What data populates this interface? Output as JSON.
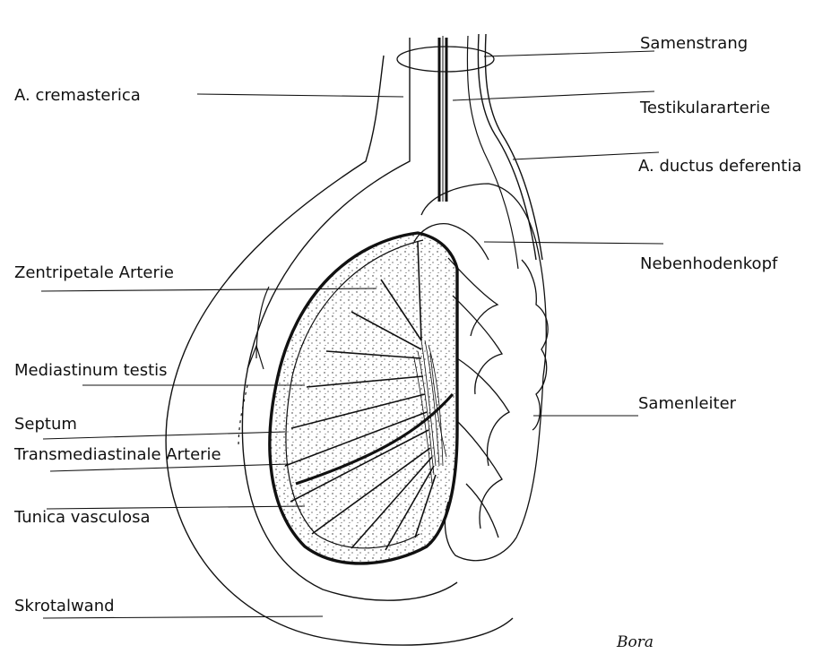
{
  "colors": {
    "ink": "#111111",
    "background": "#ffffff"
  },
  "labels_left": {
    "cremasterica": "A. cremasterica",
    "zentripetale": "Zentripetale Arterie",
    "mediastinum": "Mediastinum testis",
    "septum": "Septum",
    "transmediastinale": "Transmediastinale Arterie",
    "tunica": "Tunica vasculosa",
    "skrotalwand": "Skrotalwand"
  },
  "labels_right": {
    "samenstrang": "Samenstrang",
    "testikulararterie": "Testikulararterie",
    "ductus": "A. ductus deferentia",
    "nebenhodenkopf": "Nebenhodenkopf",
    "samenleiter": "Samenleiter"
  },
  "signature": "Bora"
}
